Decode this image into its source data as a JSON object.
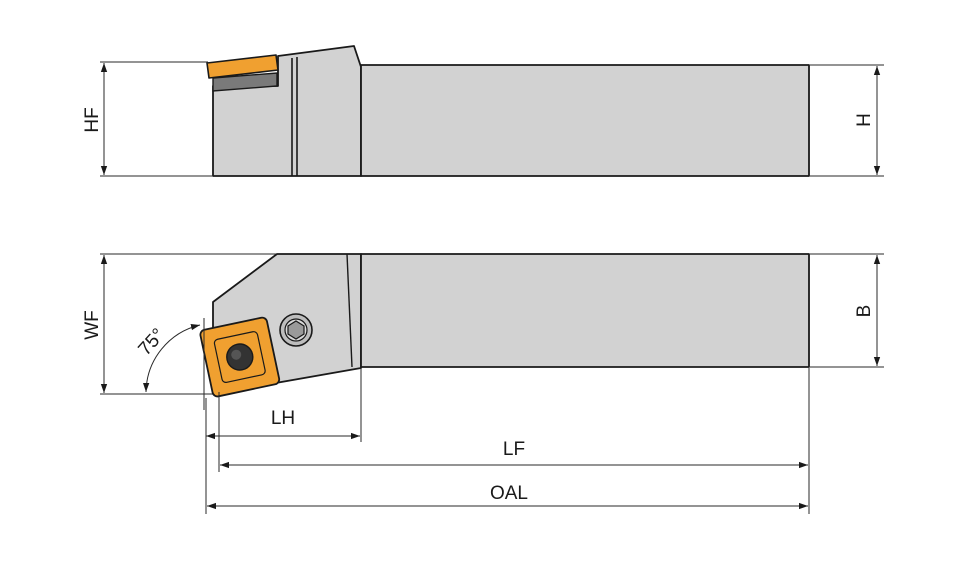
{
  "labels": {
    "hf": "HF",
    "h": "H",
    "wf": "WF",
    "b": "B",
    "angle": "75°",
    "lh": "LH",
    "lf": "LF",
    "oal": "OAL"
  },
  "colors": {
    "shank": "#d2d2d2",
    "insert": "#f0a030",
    "insert_dark": "#7a7a7a",
    "outline": "#1a1a1a"
  }
}
